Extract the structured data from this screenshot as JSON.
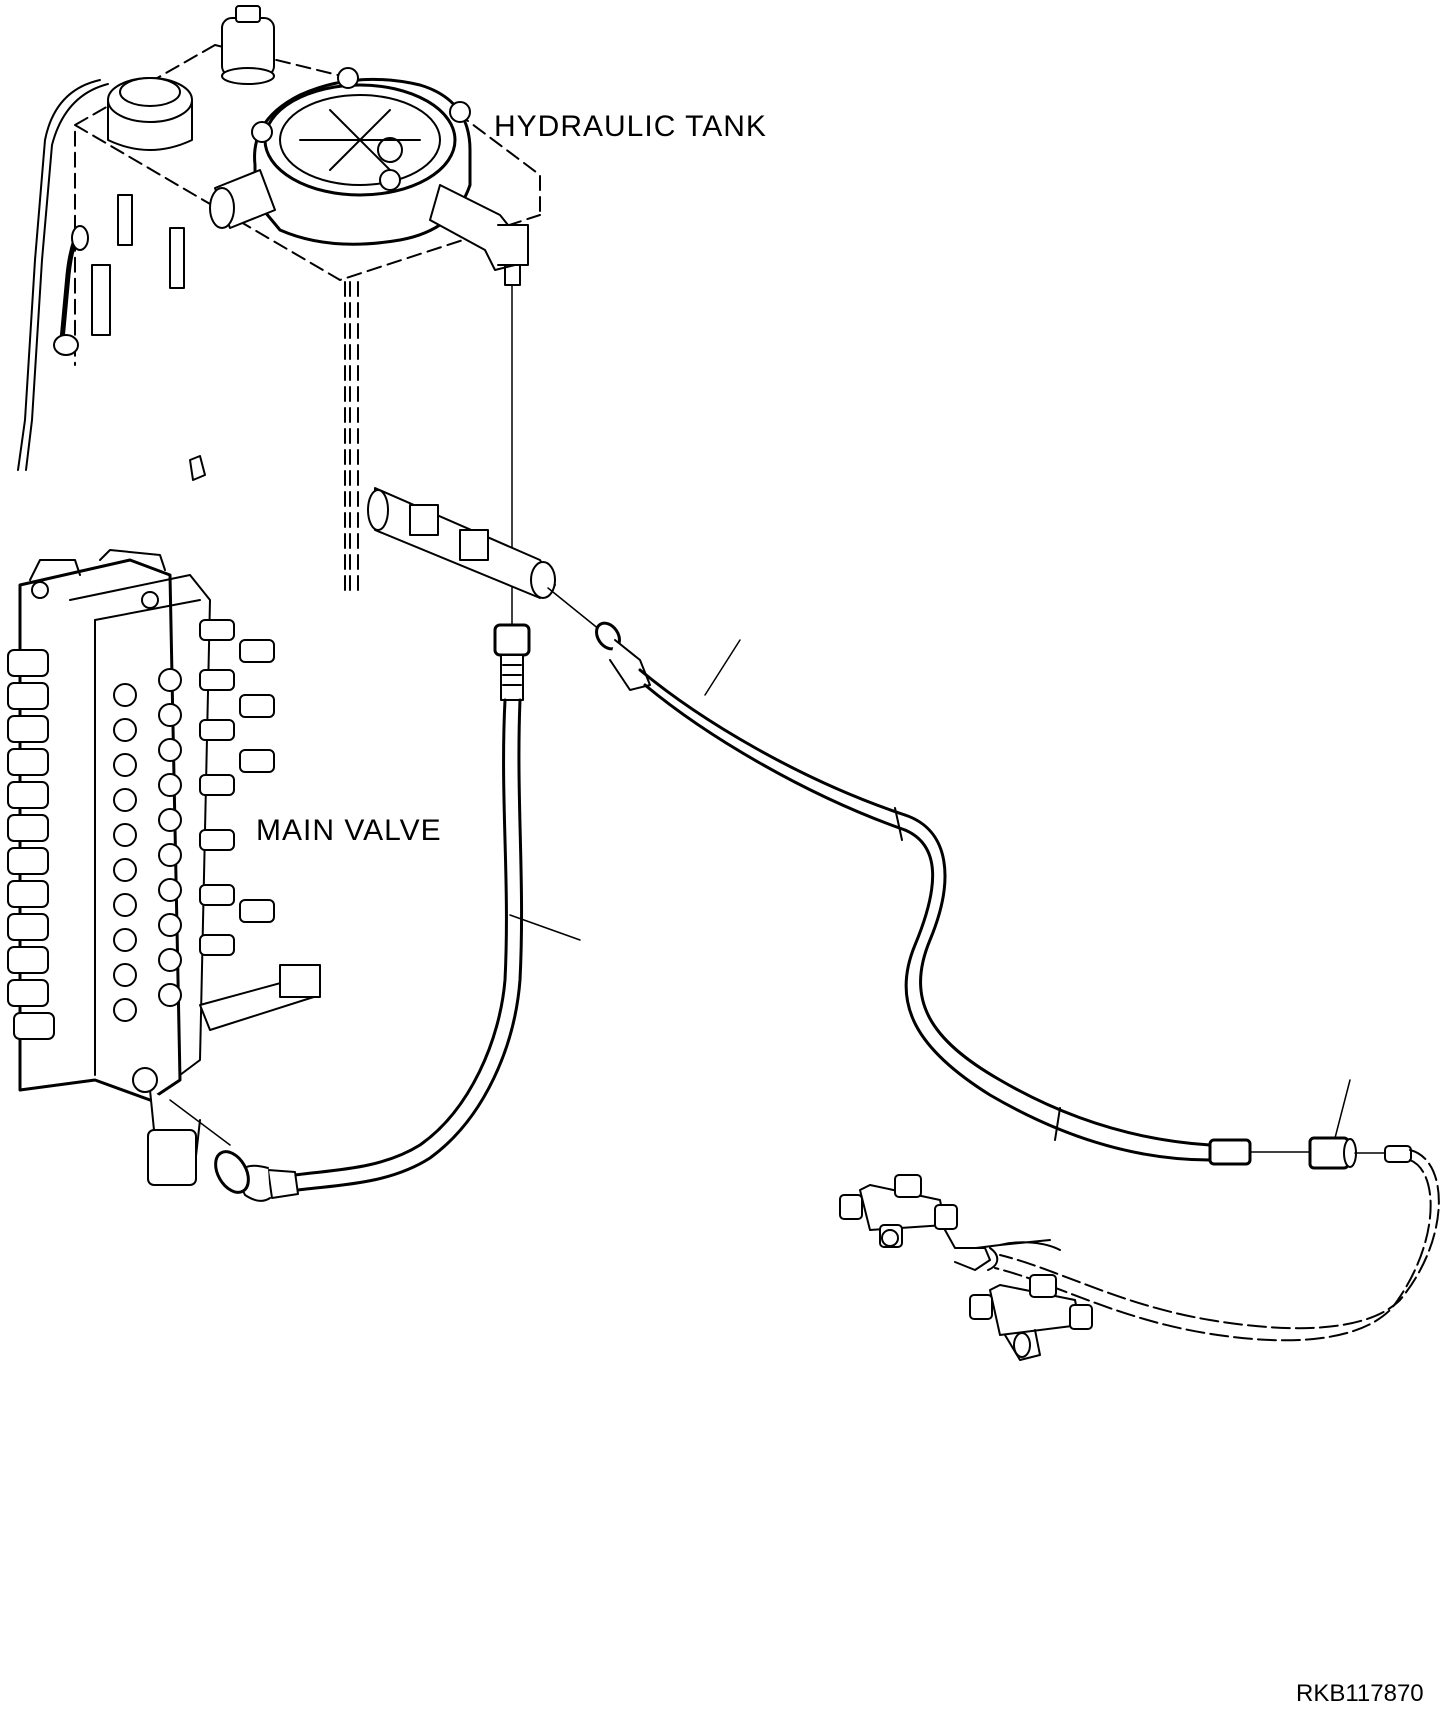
{
  "labels": {
    "hydraulic_tank": "HYDRAULIC TANK",
    "main_valve": "MAIN VALVE",
    "drawing_code": "RKB117870"
  },
  "colors": {
    "ink": "#000000",
    "paper": "#ffffff"
  }
}
